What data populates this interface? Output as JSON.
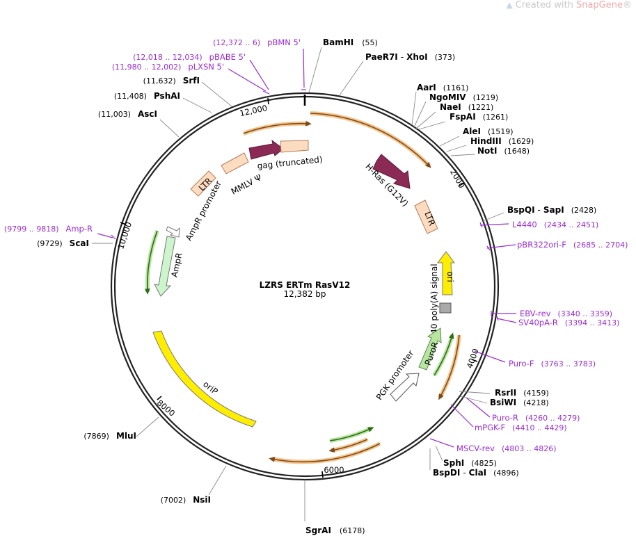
{
  "watermark": {
    "prefix": "Created with ",
    "brand": "SnapGene",
    "suffix": "®"
  },
  "plasmid": {
    "name": "LZRS ERTm RasV12",
    "size_label": "12,382 bp"
  },
  "ticks": [
    "2000",
    "4000",
    "6000",
    "8000",
    "10,000",
    "12,000"
  ],
  "enzymes": [
    {
      "name": "BamHI",
      "pos": "(55)"
    },
    {
      "name": "PaeR7I",
      "name2": "XhoI",
      "pos": "(373)"
    },
    {
      "name": "AarI",
      "pos": "(1161)"
    },
    {
      "name": "NgoMIV",
      "pos": "(1219)"
    },
    {
      "name": "NaeI",
      "pos": "(1221)"
    },
    {
      "name": "FspAI",
      "pos": "(1261)"
    },
    {
      "name": "AleI",
      "pos": "(1519)"
    },
    {
      "name": "HindIII",
      "pos": "(1629)"
    },
    {
      "name": "NotI",
      "pos": "(1648)"
    },
    {
      "name": "BspQI",
      "name2": "SapI",
      "pos": "(2428)"
    },
    {
      "name": "RsrII",
      "pos": "(4159)"
    },
    {
      "name": "BsiWI",
      "pos": "(4218)"
    },
    {
      "name": "SphI",
      "pos": "(4825)"
    },
    {
      "name": "BspDI",
      "name2": "ClaI",
      "pos": "(4896)"
    },
    {
      "name": "SgrAI",
      "pos": "(6178)"
    },
    {
      "name": "NsiI",
      "pos": "(7002)"
    },
    {
      "name": "MluI",
      "pos": "(7869)"
    },
    {
      "name": "ScaI",
      "pos": "(9729)"
    },
    {
      "name": "AscI",
      "pos": "(11,003)"
    },
    {
      "name": "PshAI",
      "pos": "(11,408)"
    },
    {
      "name": "SrfI",
      "pos": "(11,632)"
    }
  ],
  "primers": [
    {
      "name": "pBMN 5'",
      "pos": "(12,372 .. 6)"
    },
    {
      "name": "pBABE 5'",
      "pos": "(12,018 .. 12,034)"
    },
    {
      "name": "pLXSN 5'",
      "pos": "(11,980 .. 12,002)"
    },
    {
      "name": "L4440",
      "pos": "(2434 .. 2451)"
    },
    {
      "name": "pBR322ori-F",
      "pos": "(2685 .. 2704)"
    },
    {
      "name": "EBV-rev",
      "pos": "(3340 .. 3359)"
    },
    {
      "name": "SV40pA-R",
      "pos": "(3394 .. 3413)"
    },
    {
      "name": "Puro-F",
      "pos": "(3763 .. 3783)"
    },
    {
      "name": "Puro-R",
      "pos": "(4260 .. 4279)"
    },
    {
      "name": "mPGK-F",
      "pos": "(4410 .. 4429)"
    },
    {
      "name": "MSCV-rev",
      "pos": "(4803 .. 4826)"
    },
    {
      "name": "Amp-R",
      "pos": "(9799 .. 9818)"
    }
  ],
  "features": {
    "gag": "gag (truncated)",
    "mmlv_psi": "MMLV Ψ",
    "ltr": "LTR",
    "hras": "H-Ras (G12V)",
    "ori": "ori",
    "sv40": "SV40 poly(A) signal",
    "puror": "PuroR",
    "pgk": "PGK promoter",
    "orip": "oriP",
    "ampr": "AmpR",
    "ampr_promoter": "AmpR promoter"
  },
  "colors": {
    "primer": "#9a2bd6",
    "orf_orange": "#f6c48a",
    "orf_green": "#b8e6a0",
    "orf_dark": "#8b2a55",
    "ltr_fill": "#fcdcc0",
    "ori_yellow": "#ffee00",
    "polyA_grey": "#a9a9a9"
  }
}
